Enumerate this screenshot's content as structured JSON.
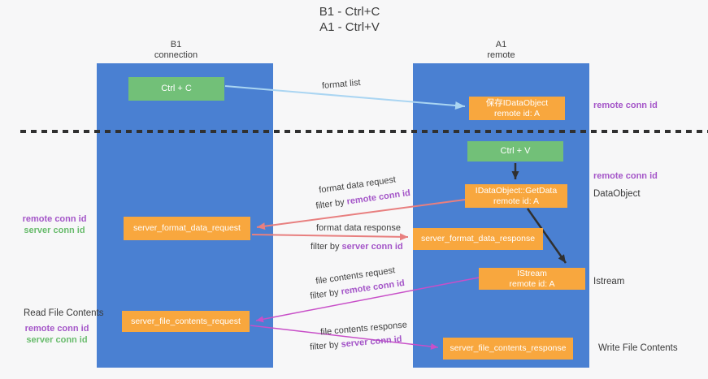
{
  "title": {
    "line1": "B1 - Ctrl+C",
    "line2": "A1 - Ctrl+V"
  },
  "columns": {
    "left": {
      "name": "B1",
      "subtitle": "connection"
    },
    "right": {
      "name": "A1",
      "subtitle": "remote"
    }
  },
  "boxes": {
    "ctrl_c": {
      "label": "Ctrl + C"
    },
    "ctrl_v": {
      "label": "Ctrl + V"
    },
    "save_idataobject": {
      "line1": "保存IDataObject",
      "line2": "remote id: A"
    },
    "getdata": {
      "line1": "IDataObject::GetData",
      "line2": "remote id: A"
    },
    "istream": {
      "line1": "IStream",
      "line2": "remote id: A"
    },
    "format_request": {
      "label": "server_format_data_request"
    },
    "format_response": {
      "label": "server_format_data_response"
    },
    "file_request": {
      "label": "server_file_contents_request"
    },
    "file_response": {
      "label": "server_file_contents_response"
    }
  },
  "arrow_labels": {
    "format_list": "format list",
    "format_data_request": "format data request",
    "format_data_response": "format data response",
    "file_contents_request": "file contents request",
    "file_contents_response": "file contents response",
    "filter_by": "filter by "
  },
  "shared": {
    "remote_conn_id": "remote conn id",
    "server_conn_id": "server conn id"
  },
  "side_labels": {
    "data_object": "DataObject",
    "istream": "Istream",
    "read_file_contents": "Read File Contents",
    "write_file_contents": "Write File Contents"
  },
  "colors": {
    "background": "#f7f7f8",
    "column_blue": "#4a80d2",
    "box_green": "#72c078",
    "box_orange": "#f8a73e",
    "purple_text": "#a455c8",
    "green_text": "#68bb6c",
    "arrow_blue": "#aad5f2",
    "arrow_red": "#e87f7f",
    "arrow_magenta": "#c84fc8",
    "arrow_black": "#303030",
    "dark_text": "#3d3d3d"
  }
}
